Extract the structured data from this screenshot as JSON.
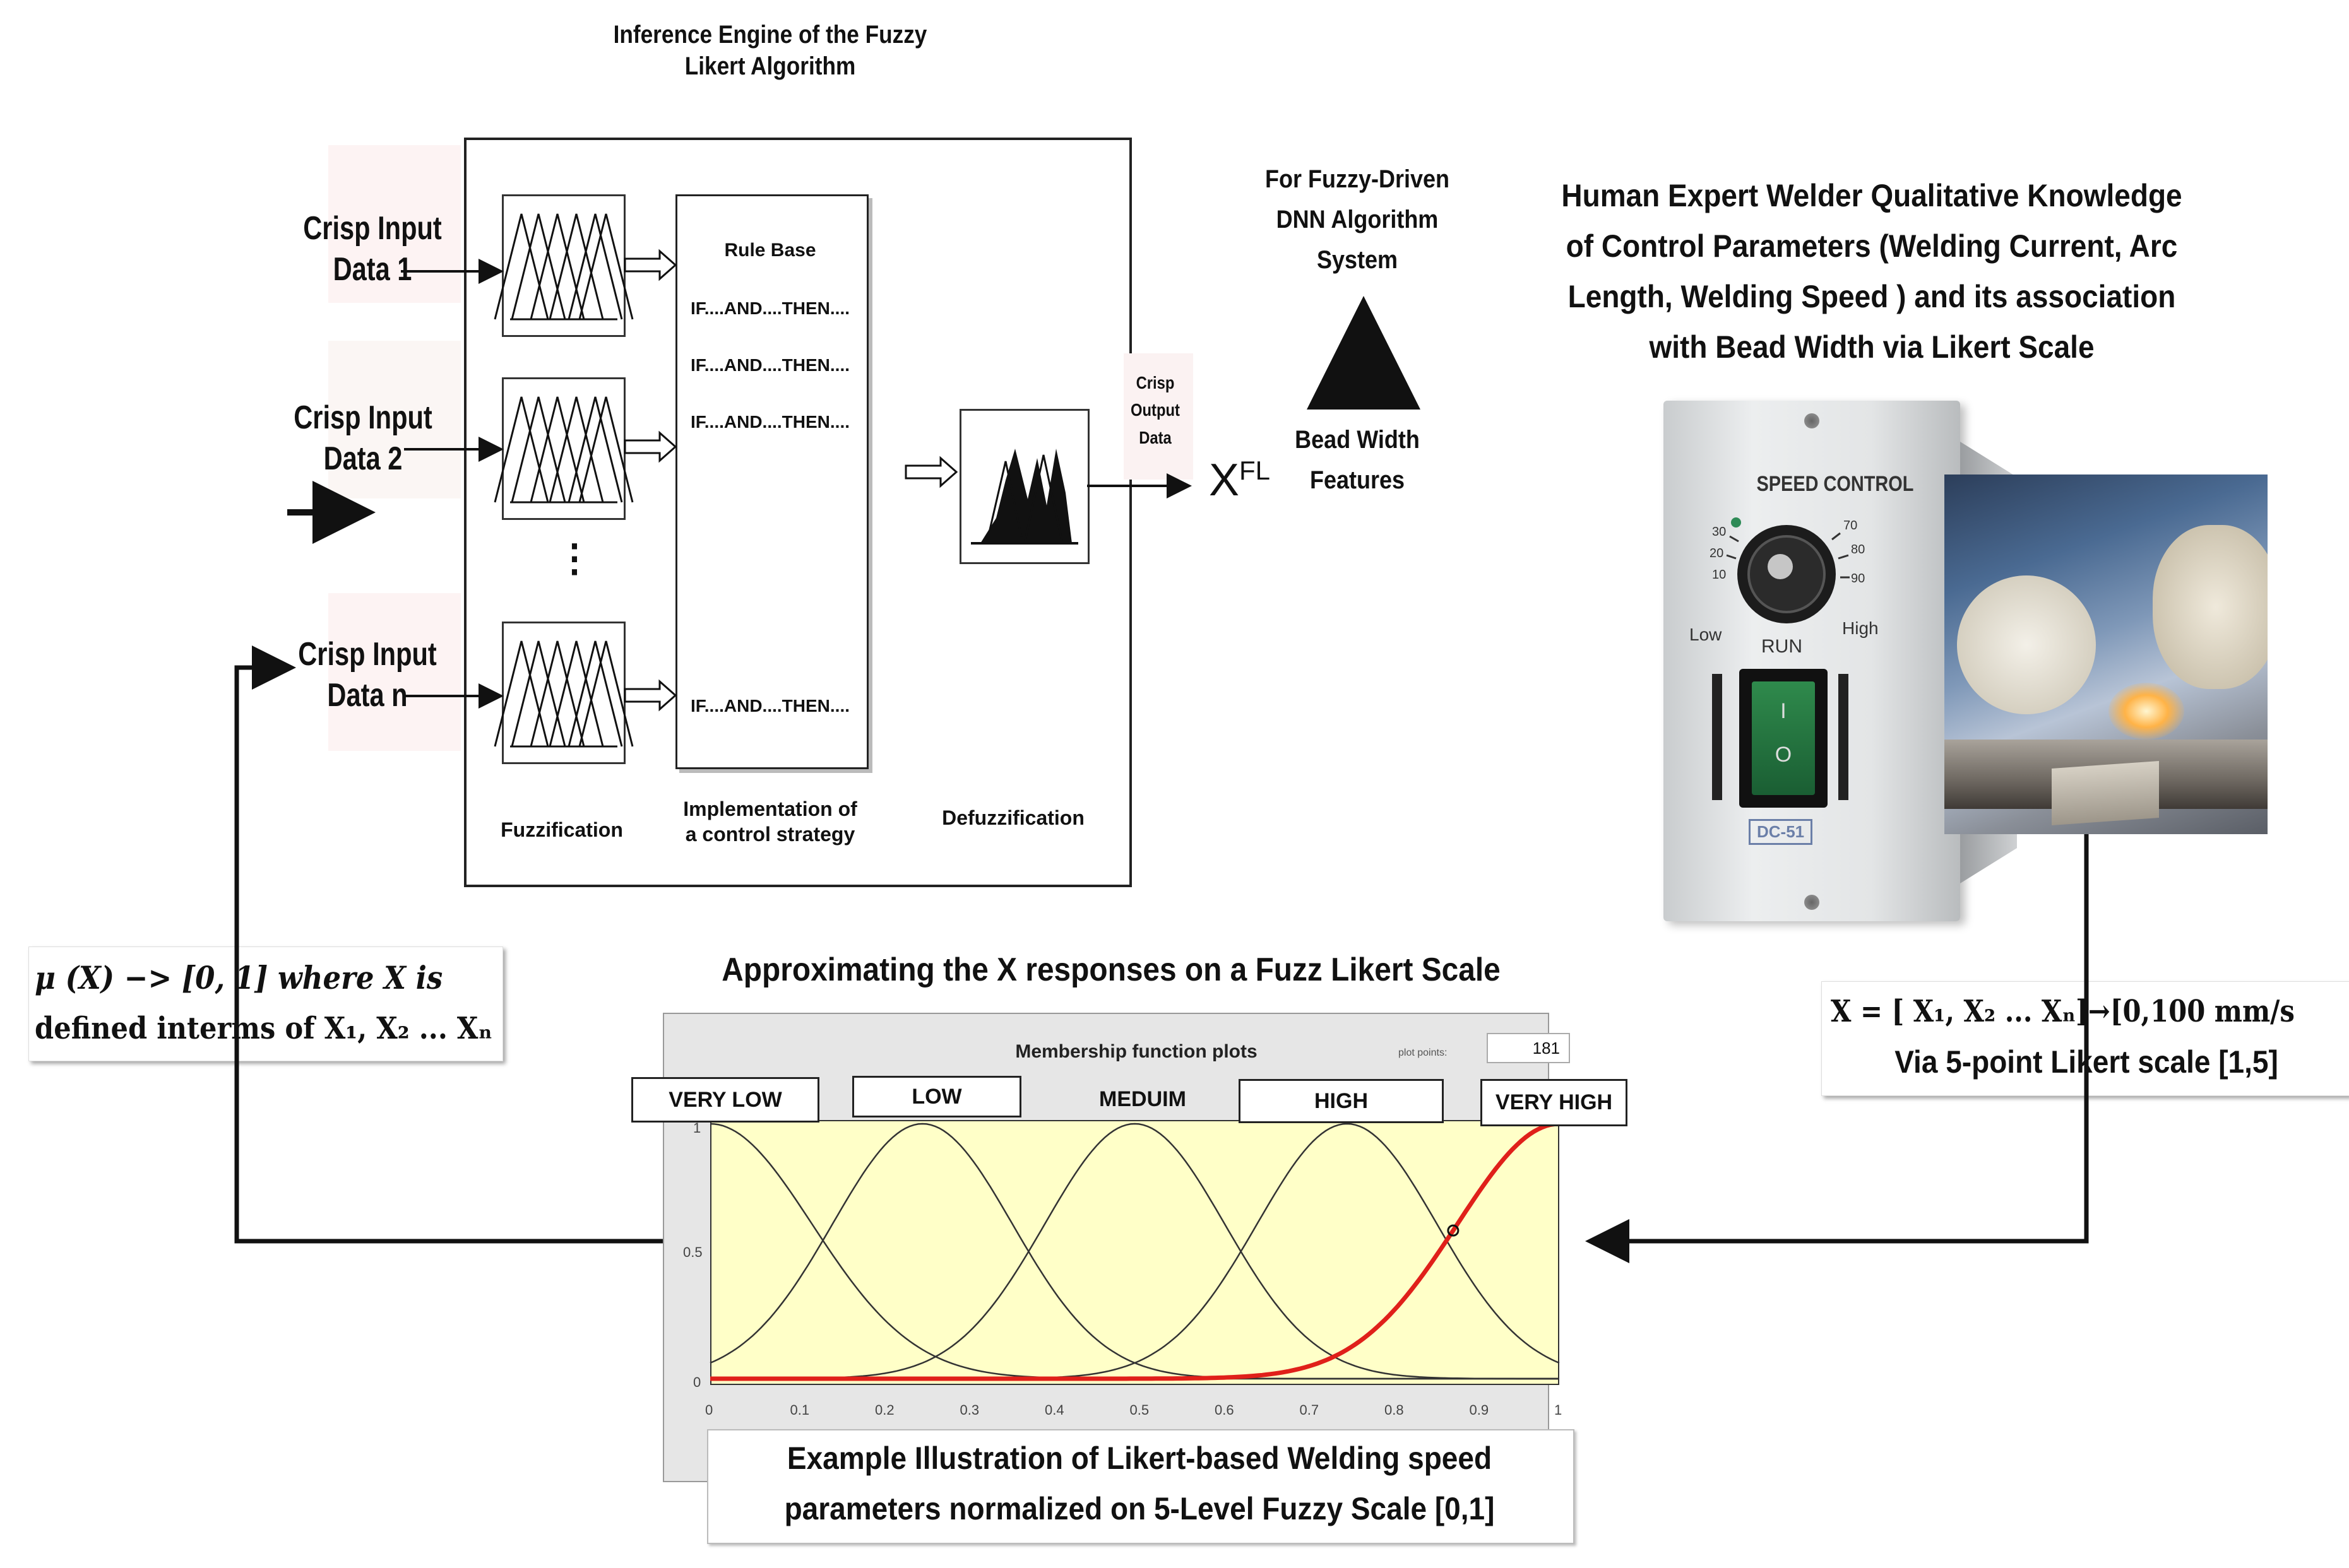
{
  "engine": {
    "title": "Inference Engine of the Fuzzy Likert Algorithm",
    "rule_base_title": "Rule Base",
    "rules": [
      "IF....AND....THEN....",
      "IF....AND....THEN....",
      "IF....AND....THEN....",
      "IF....AND....THEN...."
    ],
    "ellipsis": "⋮",
    "fuzzification": "Fuzzification",
    "implementation": "Implementation of a control strategy",
    "defuzzification": "Defuzzification",
    "crisp_output": "Crisp Output Data",
    "output_symbol": "X",
    "output_superscript": "FL"
  },
  "inputs": [
    {
      "label_line1": "Crisp Input",
      "label_line2": "Data 1"
    },
    {
      "label_line1": "Crisp Input",
      "label_line2": "Data 2"
    },
    {
      "label_line1": "Crisp Input",
      "label_line2": "Data n"
    }
  ],
  "dnn": {
    "text": "For Fuzzy-Driven DNN Algorithm System",
    "bead_width": "Bead Width Features"
  },
  "expert": {
    "text": "Human Expert Welder Qualitative Knowledge of Control Parameters (Welding Current, Arc Length, Welding Speed ) and its association with  Bead Width  via Likert Scale"
  },
  "speed_control": {
    "title": "SPEED CONTROL",
    "dial_numbers": [
      "30",
      "20",
      "10",
      "70",
      "80",
      "90"
    ],
    "low": "Low",
    "high": "High",
    "run": "RUN",
    "switch_on": "I",
    "switch_off": "O",
    "model": "DC-51"
  },
  "mu_box": {
    "line1": "μ (X) −> [0, 1] where X is",
    "line2": "defined interms of X₁, X₂ ... Xₙ"
  },
  "x_box": {
    "line1": "X = [ X₁, X₂ ... Xₙ]→[0,100 mm/s",
    "line2": "Via 5-point Likert scale [1,5]"
  },
  "plot": {
    "heading": "Approximating  the X responses on a Fuzz Likert Scale",
    "window_title": "Membership function plots",
    "plot_points_label": "plot points:",
    "plot_points_value": "181",
    "labels": [
      "VERY LOW",
      "LOW",
      "MEDUIM",
      "HIGH",
      "VERY HIGH"
    ],
    "y_ticks": [
      "1",
      "0.5",
      "0"
    ],
    "x_ticks": [
      "0",
      "0.1",
      "0.2",
      "0.3",
      "0.4",
      "0.5",
      "0.6",
      "0.7",
      "0.8",
      "0.9",
      "1"
    ],
    "caption_line1": "Example Illustration of Likert-based Welding speed",
    "caption_line2": "parameters normalized on 5-Level Fuzzy Scale [0,1]",
    "background_color": "#ffffc8",
    "highlight_color": "#e0201a"
  },
  "chart_data": {
    "type": "line",
    "x_range": [
      0,
      1
    ],
    "y_range": [
      0,
      1
    ],
    "series": [
      {
        "name": "VERY LOW",
        "shape": "z",
        "center": 0.0,
        "width": 0.12
      },
      {
        "name": "LOW",
        "shape": "gauss",
        "center": 0.25,
        "width": 0.106
      },
      {
        "name": "MEDUIM",
        "shape": "gauss",
        "center": 0.5,
        "width": 0.106
      },
      {
        "name": "HIGH",
        "shape": "gauss",
        "center": 0.75,
        "width": 0.106
      },
      {
        "name": "VERY HIGH",
        "shape": "s",
        "center": 1.0,
        "width": 0.12,
        "highlighted": true
      }
    ]
  }
}
